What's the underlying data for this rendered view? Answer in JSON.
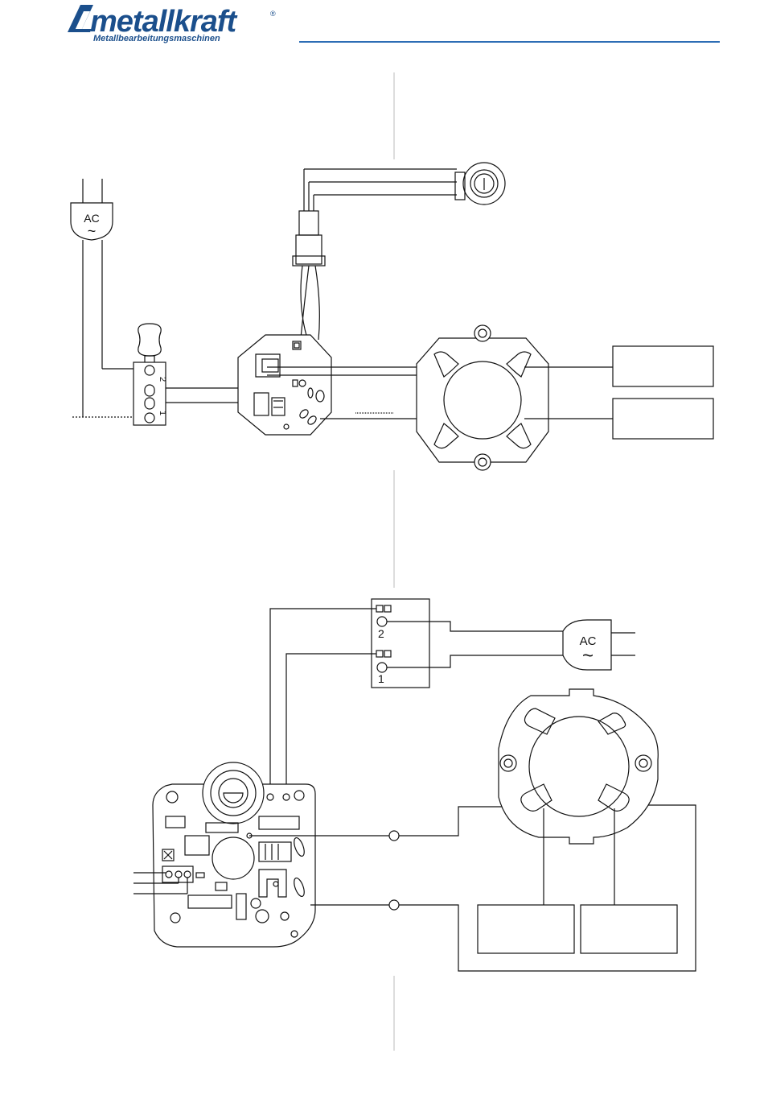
{
  "header": {
    "brand": "metallkraft",
    "registered": "®",
    "tagline": "Metallbearbeitungsmaschinen"
  },
  "diagram1": {
    "plug_label": "AC",
    "plug_symbol": "~",
    "terminal_2": "2",
    "terminal_1": "1"
  },
  "diagram2": {
    "plug_label": "AC",
    "plug_symbol": "~",
    "terminal_2": "2",
    "terminal_1": "1"
  },
  "colors": {
    "brand_blue": "#1b4f8c",
    "rule_blue": "#2d6db5",
    "line": "#111111",
    "guide": "#bbbbbb"
  }
}
